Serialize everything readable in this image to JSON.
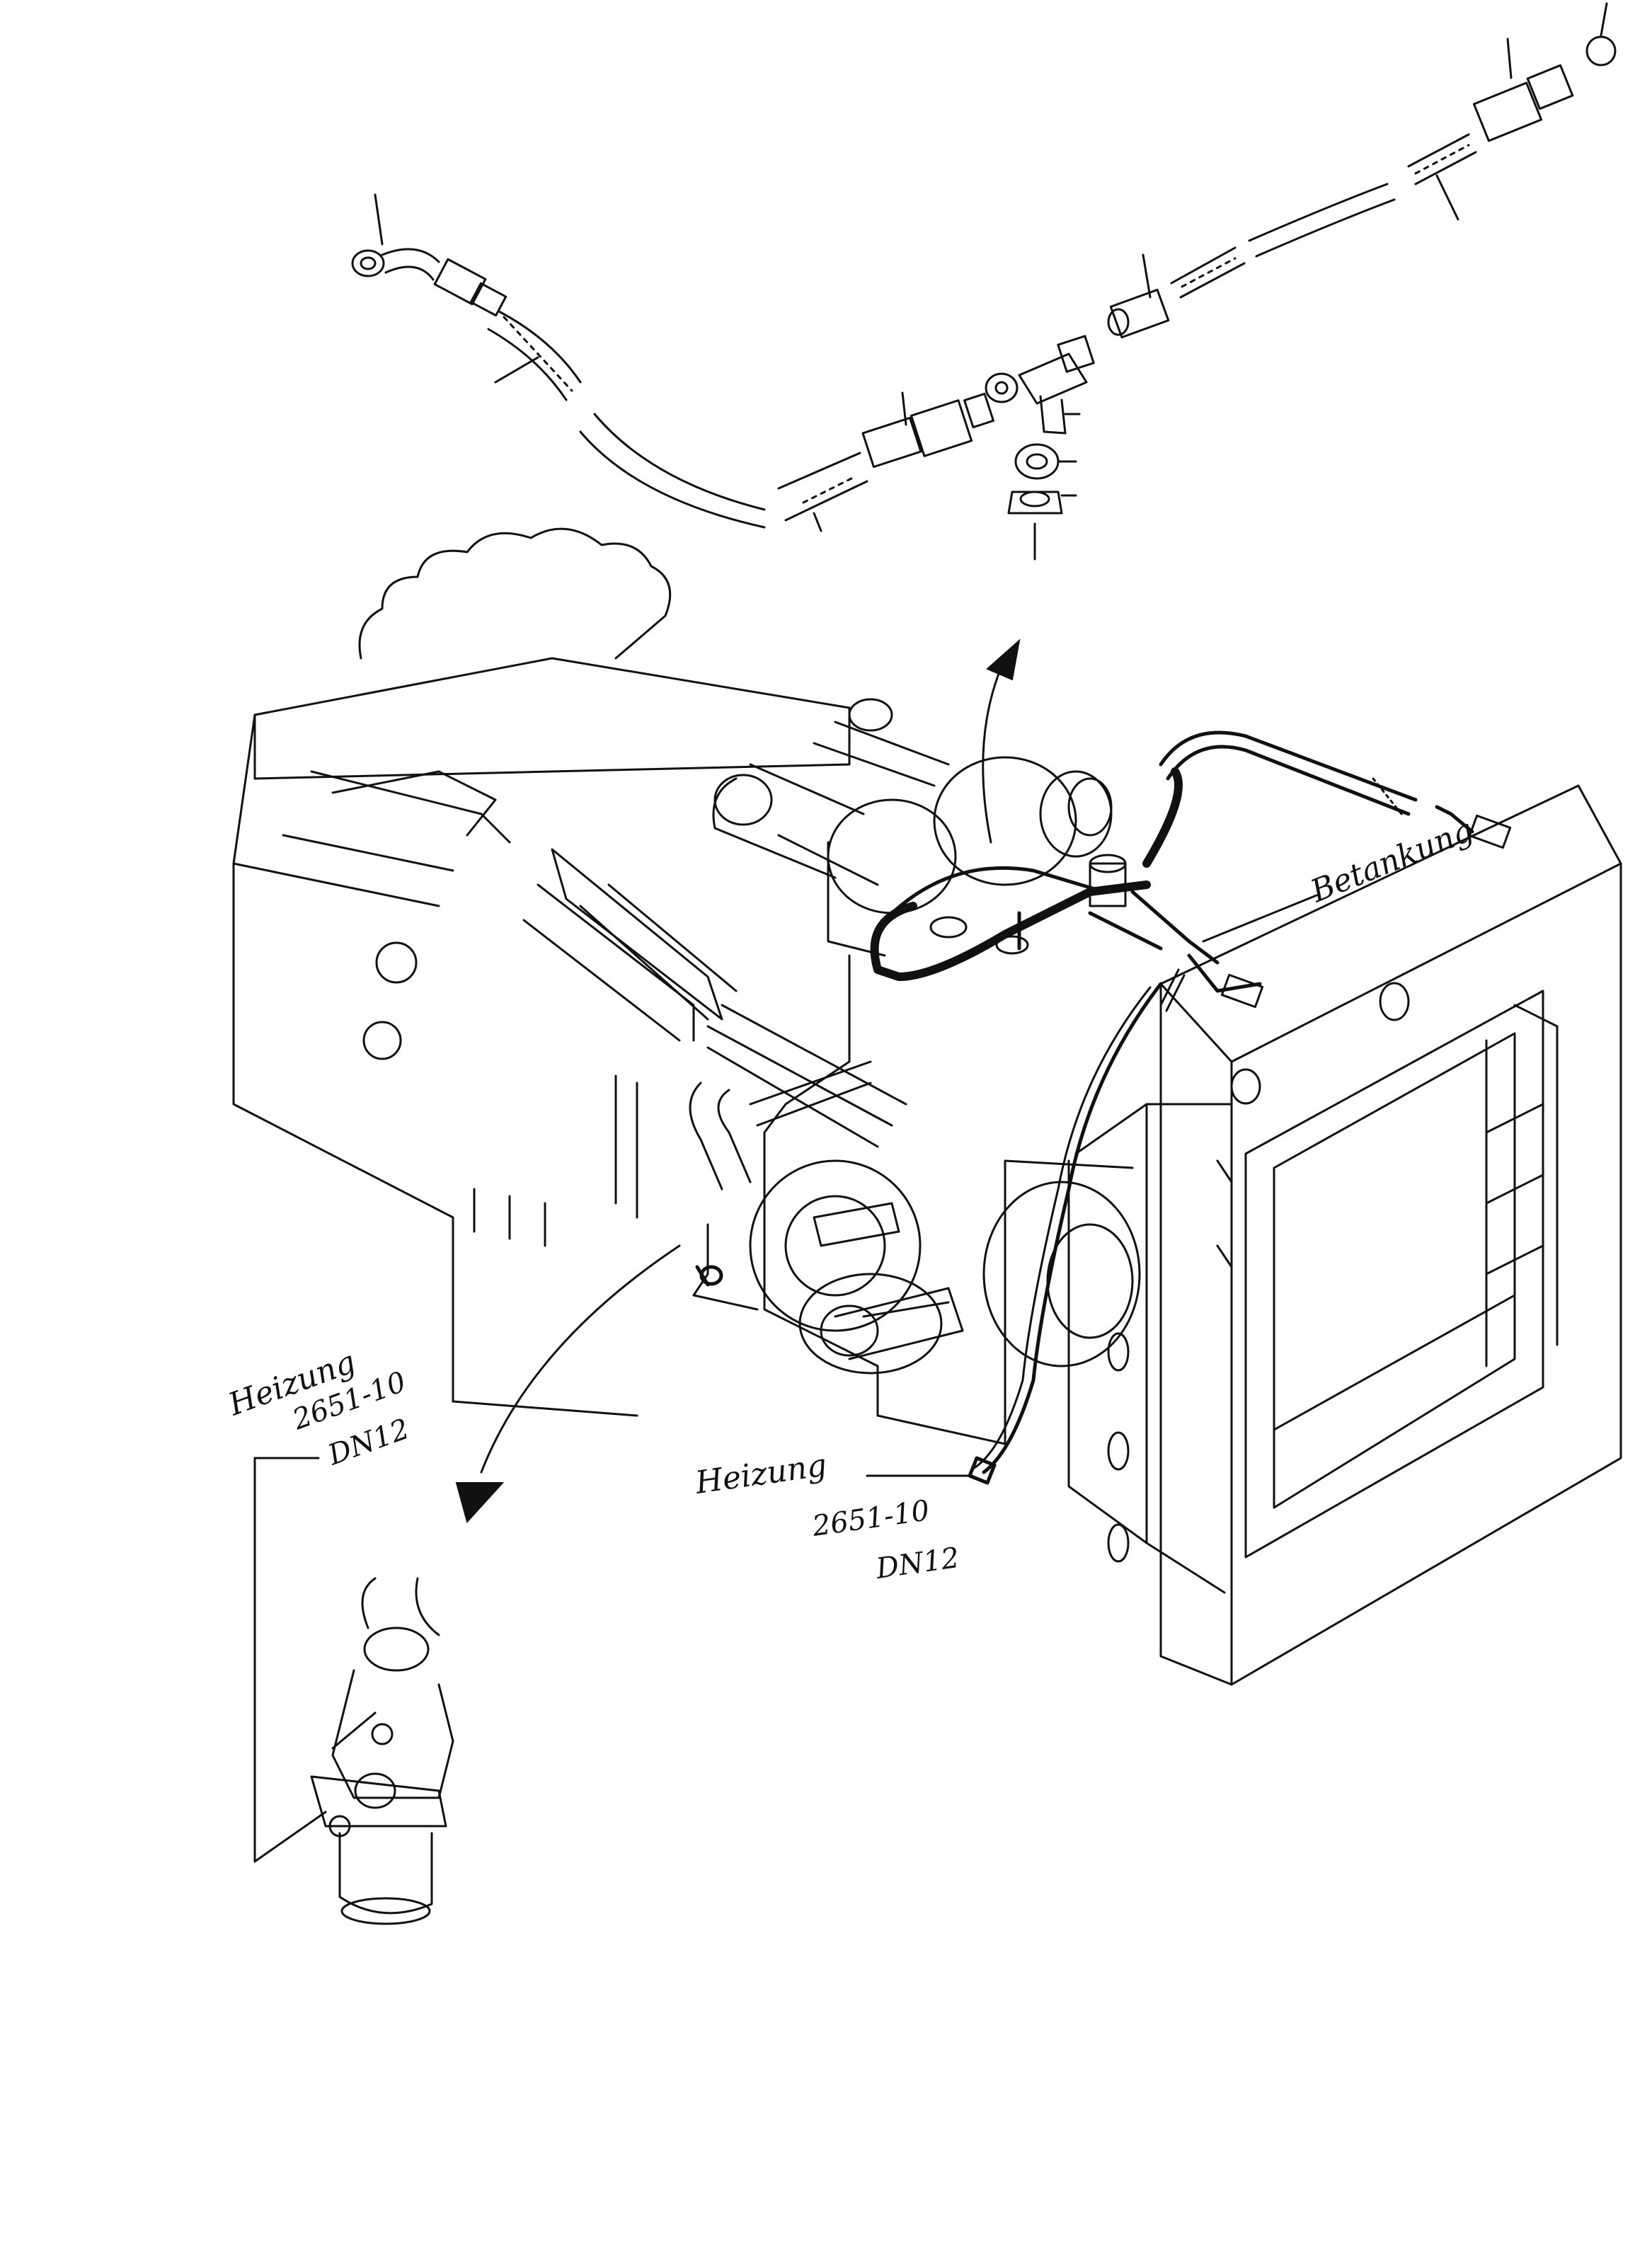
{
  "labels": {
    "betankung": "Betankung",
    "heizung_left": {
      "name": "Heizung",
      "part": "2651-10",
      "size": "DN12"
    },
    "heizung_center": {
      "name": "Heizung",
      "part": "2651-10",
      "size": "DN12"
    }
  }
}
